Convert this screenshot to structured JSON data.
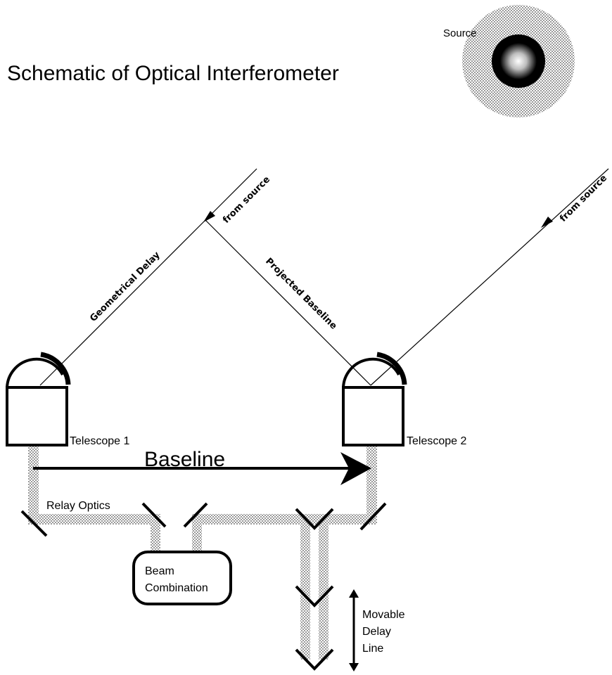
{
  "title": "Schematic of Optical Interferometer",
  "source_label": "Source",
  "from_source_label": "from source",
  "geometrical_delay_label": "Geometrical Delay",
  "projected_baseline_label": "Projected Baseline",
  "telescope1_label": "Telescope 1",
  "telescope2_label": "Telescope 2",
  "baseline_label": "Baseline",
  "relay_optics_label": "Relay Optics",
  "beam_combination": {
    "line1": "Beam",
    "line2": "Combination"
  },
  "delay_line": {
    "line1": "Movable",
    "line2": "Delay",
    "line3": "Line"
  },
  "colors": {
    "ink": "#000000",
    "beam": "#c8c8c8",
    "paper": "#ffffff"
  }
}
